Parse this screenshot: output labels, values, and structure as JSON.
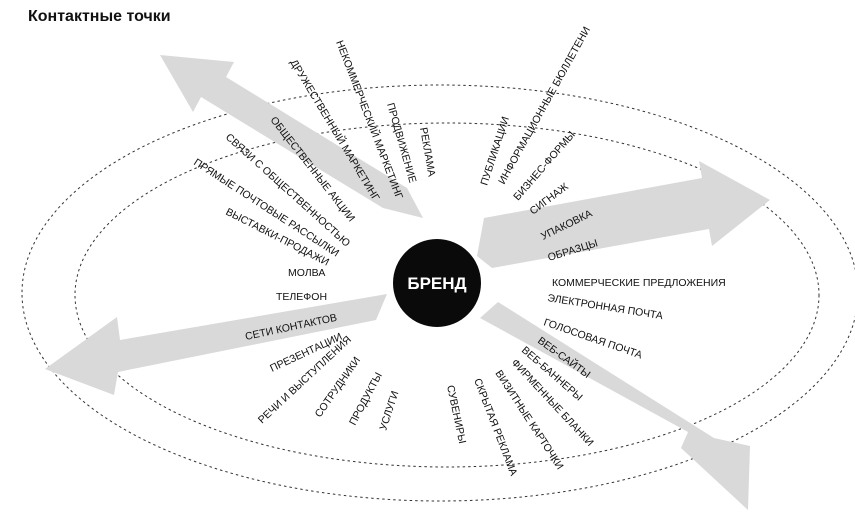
{
  "title": "Контактные точки",
  "brand": "БРЕНД",
  "colors": {
    "arrow": "#d9d9d9",
    "hub": "#0a0a0a",
    "text": "#111111",
    "ring": "#333333"
  },
  "labels": {
    "l01": "НЕКОММЕРЧЕСКИЙ МАРКЕТИНГ",
    "l02": "ДРУЖЕСТВЕННЫЙ МАРКЕТИНГ",
    "l03": "ПРОДВИЖЕНИЕ",
    "l04": "РЕКЛАМА",
    "l05": "ОБЩЕСТВЕННЫЕ АКЦИИ",
    "l06": "СВЯЗИ С ОБЩЕСТВЕННОСТЬЮ",
    "l07": "ПРЯМЫЕ ПОЧТОВЫЕ РАССЫЛКИ",
    "l08": "ВЫСТАВКИ-ПРОДАЖИ",
    "l09": "МОЛВА",
    "l10": "ТЕЛЕФОН",
    "l11": "СЕТИ КОНТАКТОВ",
    "l12": "ПРЕЗЕНТАЦИИ",
    "l13": "РЕЧИ И ВЫСТУПЛЕНИЯ",
    "l14": "СОТРУДНИКИ",
    "l15": "ПРОДУКТЫ",
    "l16": "УСЛУГИ",
    "l17": "СУВЕНИРЫ",
    "l18": "СКРЫТАЯ РЕКЛАМА",
    "l19": "ВИЗИТНЫЕ КАРТОЧКИ",
    "l20": "ФИРМЕННЫЕ БЛАНКИ",
    "l21": "ВЕБ-БАННЕРЫ",
    "l22": "ВЕБ-САЙТЫ",
    "l23": "ГОЛОСОВАЯ ПОЧТА",
    "l24": "ЭЛЕКТРОННАЯ ПОЧТА",
    "l25": "КОММЕРЧЕСКИЕ ПРЕДЛОЖЕНИЯ",
    "l26": "ОБРАЗЦЫ",
    "l27": "УПАКОВКА",
    "l28": "СИГНАЖ",
    "l29": "БИЗНЕС-ФОРМЫ",
    "l30": "ИНФОРМАЦИОННЫЕ БЮЛЛЕТЕНИ",
    "l31": "ПУБЛИКАЦИИ"
  }
}
